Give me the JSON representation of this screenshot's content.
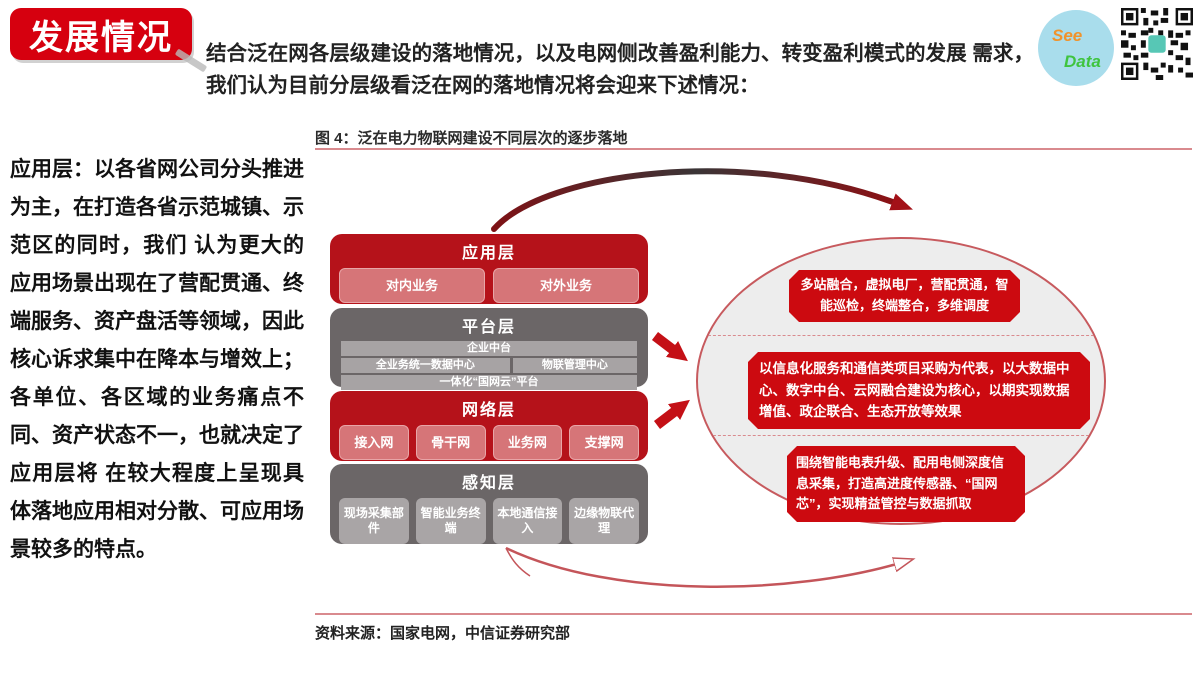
{
  "header": {
    "badge": "发展情况",
    "intro": "结合泛在网各层级建设的落地情况，以及电网侧改善盈利能力、转变盈利模式的发展 需求，我们认为目前分层级看泛在网的落地情况将会迎来下述情况："
  },
  "brand": {
    "logo_line1": "See",
    "logo_line2": "Data"
  },
  "left_panel": {
    "paragraph": "应用层：以各省网公司分头推进为主，在打造各省示范城镇、示范区的同时，我们 认为更大的应用场景出现在了营配贯通、终端服务、资产盘活等领域，因此核心诉求集中在降本与增效上；各单位、各区域的业务痛点不同、资产状态不一，也就决定了应用层将 在较大程度上呈现具体落地应用相对分散、可应用场景较多的特点。"
  },
  "figure": {
    "title": "图 4：泛在电力物联网建设不同层次的逐步落地",
    "source": "资料来源：国家电网，中信证券研究部",
    "layers": [
      {
        "name": "应用层",
        "items": [
          "对内业务",
          "对外业务"
        ]
      },
      {
        "name": "平台层",
        "rows": [
          [
            "企业中台"
          ],
          [
            "全业务统一数据中心",
            "物联管理中心"
          ],
          [
            "一体化“国网云”平台"
          ]
        ]
      },
      {
        "name": "网络层",
        "items": [
          "接入网",
          "骨干网",
          "业务网",
          "支撑网"
        ]
      },
      {
        "name": "感知层",
        "items": [
          "现场采集部件",
          "智能业务终端",
          "本地通信接入",
          "边缘物联代理"
        ]
      }
    ],
    "notes": [
      "多站融合，虚拟电厂，营配贯通，智能巡检，终端整合，多维调度",
      "以信息化服务和通信类项目采购为代表，以大数据中心、数字中台、云网融合建设为核心，以期实现数据增值、政企联合、生态开放等效果",
      "围绕智能电表升级、配用电侧深度信息采集，打造高进度传感器、“国网芯”，实现精益管控与数据抓取"
    ]
  },
  "colors": {
    "accent_red": "#d6000f",
    "layer_red": "#b5121a",
    "layer_gray": "#6b6667",
    "note_red": "#cc0a10",
    "ellipse_fill": "#ededed",
    "logo_blue": "#a9ddec",
    "logo_orange": "#f0932b",
    "logo_green": "#3fc43f"
  }
}
